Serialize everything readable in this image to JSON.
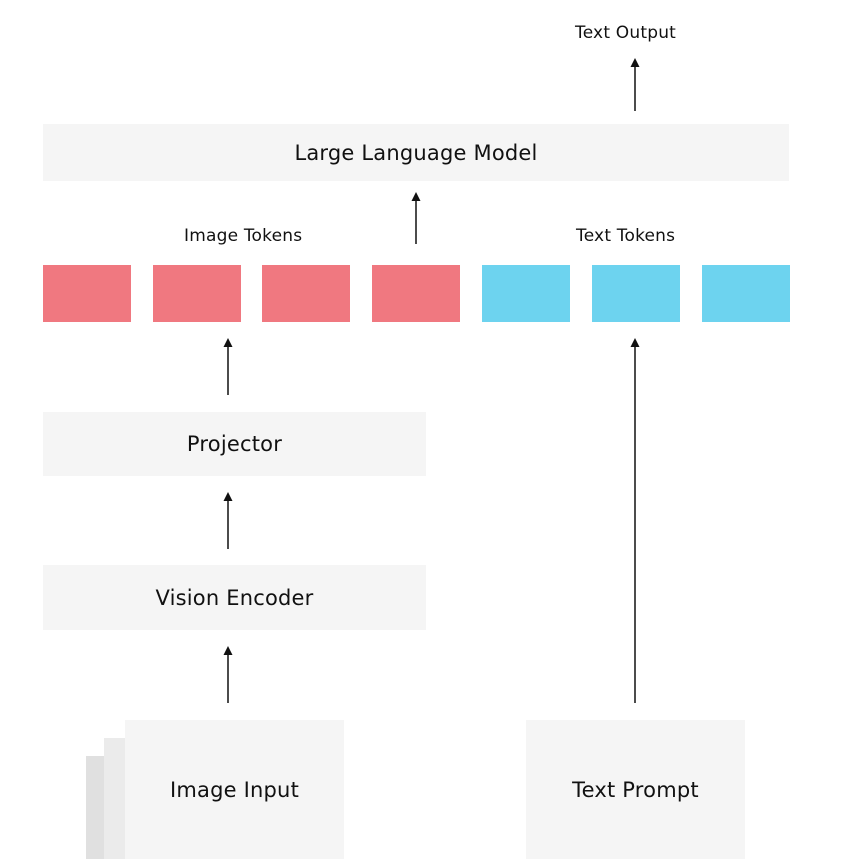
{
  "labels": {
    "text_output": "Text Output",
    "image_tokens": "Image Tokens",
    "text_tokens": "Text Tokens"
  },
  "boxes": {
    "llm": "Large Language Model",
    "projector": "Projector",
    "vision_encoder": "Vision Encoder",
    "image_input": "Image Input",
    "text_prompt": "Text Prompt"
  },
  "tokens": {
    "image_count": 4,
    "text_count": 3,
    "image_color": "#f07880",
    "text_color": "#6dd3ef"
  },
  "colors": {
    "box_fill": "#f5f5f5",
    "stack_back": "#e0e0e0",
    "stack_mid": "#ebebeb",
    "arrow": "#111111"
  }
}
